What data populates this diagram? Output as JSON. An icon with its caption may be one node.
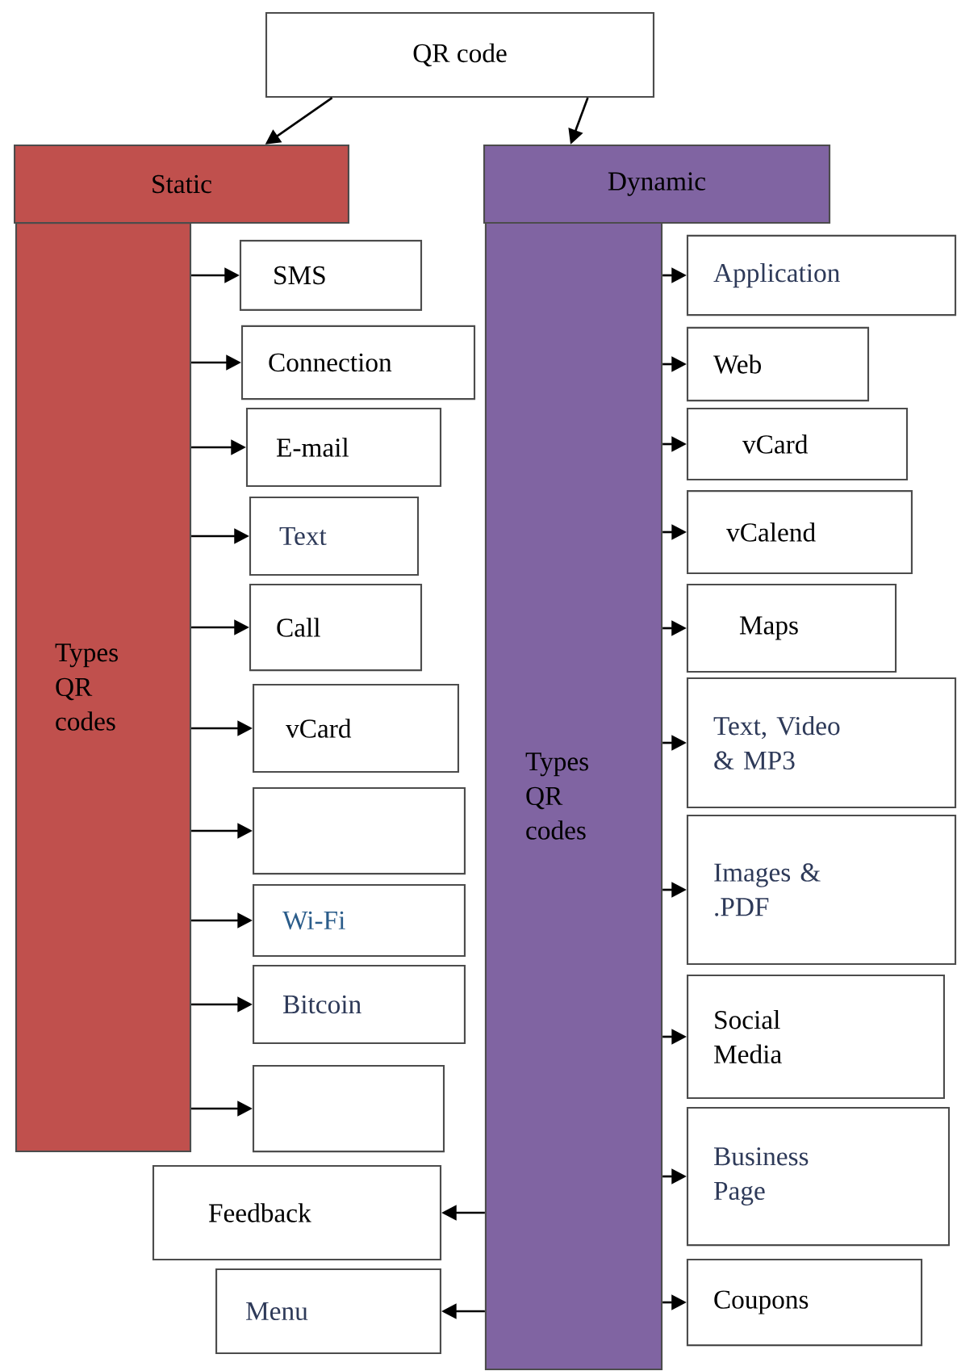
{
  "diagram": {
    "nodes": [
      {
        "text": [
          "QR code"
        ]
      },
      {
        "text": [
          "Static"
        ]
      },
      {
        "text": [
          "Types QR codes"
        ]
      },
      {
        "text": [
          "Dynamic"
        ]
      },
      {
        "text": [
          "Types QR codes"
        ]
      },
      {
        "text": [
          "SMS"
        ]
      },
      {
        "text": [
          "Connection"
        ]
      },
      {
        "text": [
          "E-mail"
        ]
      },
      {
        "text": [
          "Text"
        ]
      },
      {
        "text": [
          "Call"
        ]
      },
      {
        "text": [
          "vCard"
        ]
      },
      {
        "text": [],
        "shape": "box"
      },
      {
        "text": [
          "Wi-Fi"
        ]
      },
      {
        "text": [
          "Bitcoin"
        ]
      },
      {
        "text": [],
        "shape": "box"
      },
      {
        "text": [
          "Feedback"
        ]
      },
      {
        "text": [
          "Menu"
        ]
      },
      {
        "text": [
          "Application"
        ]
      },
      {
        "text": [
          "Web"
        ]
      },
      {
        "text": [
          "vCard"
        ]
      },
      {
        "text": [
          "vCalend"
        ]
      },
      {
        "text": [
          "Maps"
        ]
      },
      {
        "text": [
          "Text, Video & MP3"
        ]
      },
      {
        "text": [
          "Images & .PDF"
        ]
      },
      {
        "text": [
          "Social Media"
        ]
      },
      {
        "text": [
          "Business Page"
        ]
      },
      {
        "text": [
          "Coupons"
        ]
      }
    ],
    "edges": [
      {
        "from": 0,
        "to": 1,
        "arrow": "to"
      },
      {
        "from": 0,
        "to": 3,
        "arrow": "to"
      },
      {
        "from": 2,
        "to": 5,
        "arrow": "to"
      },
      {
        "from": 2,
        "to": 6,
        "arrow": "to"
      },
      {
        "from": 2,
        "to": 7,
        "arrow": "to"
      },
      {
        "from": 2,
        "to": 8,
        "arrow": "to"
      },
      {
        "from": 2,
        "to": 9,
        "arrow": "to"
      },
      {
        "from": 2,
        "to": 10,
        "arrow": "to"
      },
      {
        "from": 2,
        "to": 11,
        "arrow": "to"
      },
      {
        "from": 2,
        "to": 12,
        "arrow": "to"
      },
      {
        "from": 2,
        "to": 13,
        "arrow": "to"
      },
      {
        "from": 2,
        "to": 14,
        "arrow": "to"
      },
      {
        "from": 4,
        "to": 15,
        "arrow": "to"
      },
      {
        "from": 4,
        "to": 16,
        "arrow": "to"
      },
      {
        "from": 4,
        "to": 17,
        "arrow": "to"
      },
      {
        "from": 4,
        "to": 18,
        "arrow": "to"
      },
      {
        "from": 4,
        "to": 19,
        "arrow": "to"
      },
      {
        "from": 4,
        "to": 20,
        "arrow": "to"
      },
      {
        "from": 4,
        "to": 21,
        "arrow": "to"
      },
      {
        "from": 4,
        "to": 22,
        "arrow": "to"
      },
      {
        "from": 4,
        "to": 23,
        "arrow": "to"
      },
      {
        "from": 4,
        "to": 24,
        "arrow": "to"
      },
      {
        "from": 4,
        "to": 25,
        "arrow": "to"
      },
      {
        "from": 4,
        "to": 26,
        "arrow": "to"
      }
    ]
  }
}
